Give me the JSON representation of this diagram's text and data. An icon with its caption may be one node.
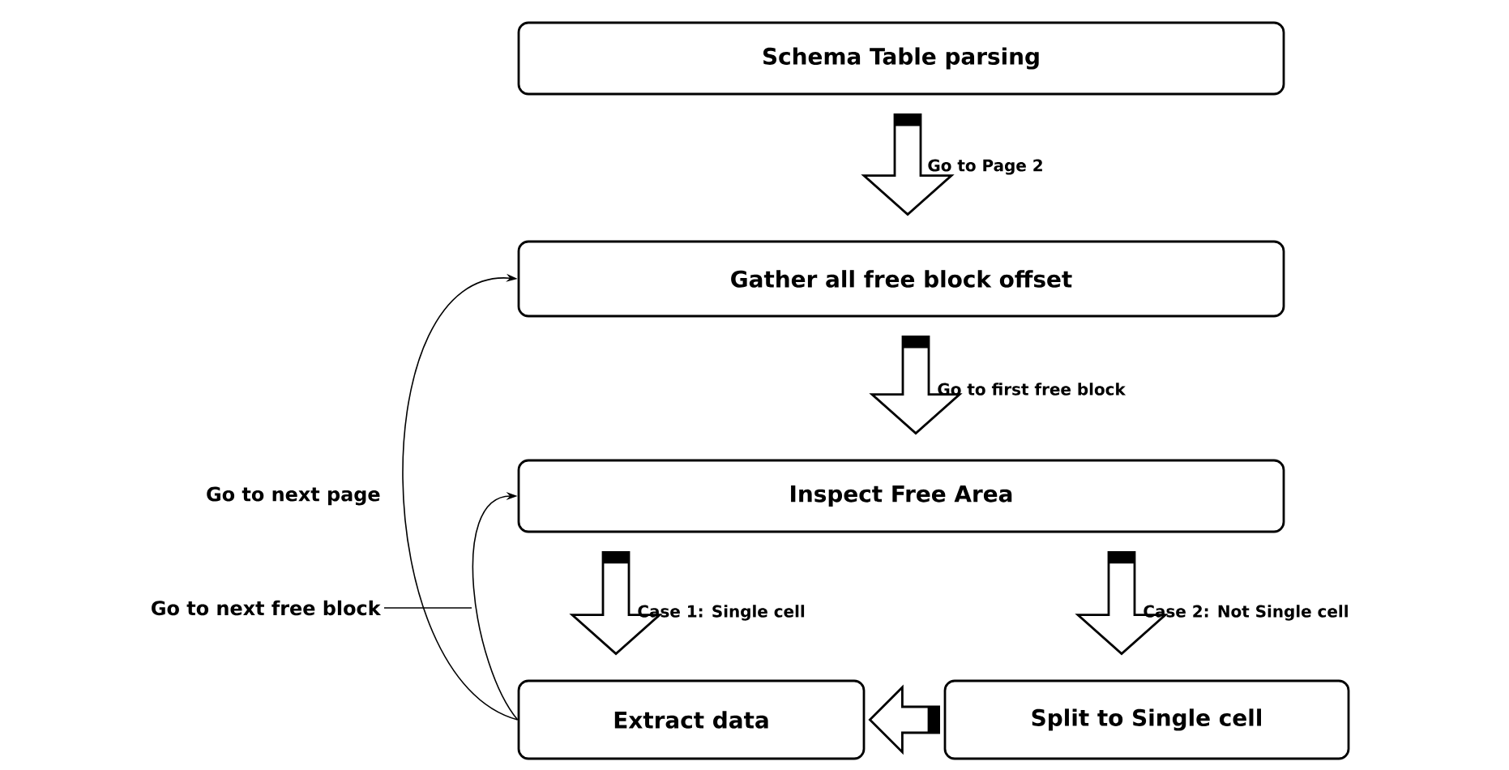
{
  "diagram": {
    "nodes": [
      {
        "text": [
          "Schema Table parsing"
        ]
      },
      {
        "text": [
          "Gather all free block offset"
        ]
      },
      {
        "text": [
          "Inspect Free Area"
        ]
      },
      {
        "text": [
          "Extract data"
        ]
      },
      {
        "text": [
          "Split to Single cell"
        ]
      }
    ],
    "edges": [
      {
        "from": 0,
        "to": 1,
        "arrow": "to",
        "style": "thick",
        "label": "Go to Page 2"
      },
      {
        "from": 1,
        "to": 2,
        "arrow": "to",
        "style": "thick",
        "label": "Go to first free block"
      },
      {
        "from": 2,
        "to": 3,
        "arrow": "to",
        "style": "thick",
        "label": "Case 1: Single cell"
      },
      {
        "from": 2,
        "to": 4,
        "arrow": "to",
        "style": "thick",
        "label": "Case 2: Not Single cell"
      },
      {
        "from": 4,
        "to": 3,
        "arrow": "to",
        "style": "thick"
      },
      {
        "from": 3,
        "to": 1,
        "arrow": "to",
        "label": "Go to next page"
      },
      {
        "from": 3,
        "to": 2,
        "arrow": "to",
        "label": "Go to next free block"
      }
    ]
  }
}
